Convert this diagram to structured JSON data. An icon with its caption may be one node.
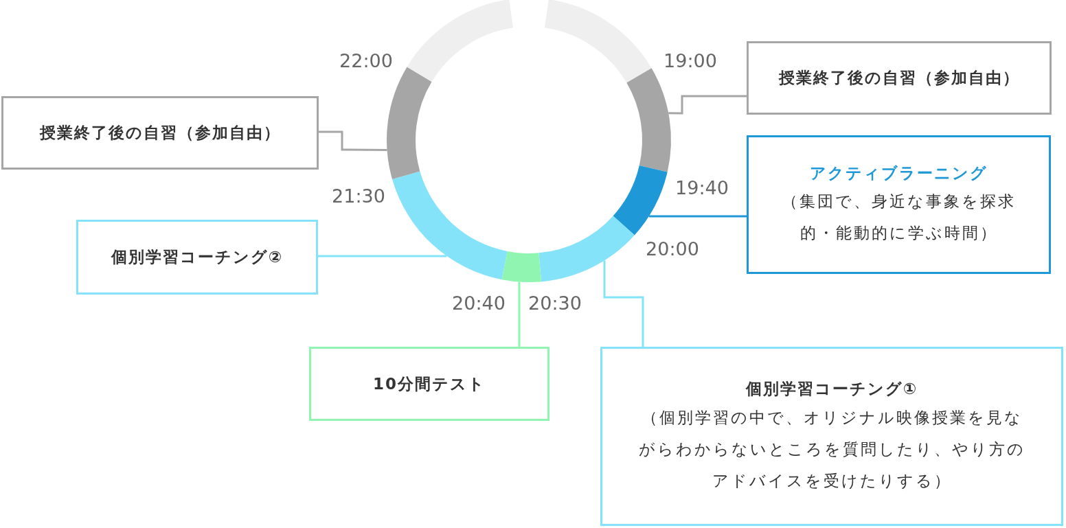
{
  "diagram": {
    "nodes": [
      {
        "text": [
          "授業終了後の自習（参加自由）"
        ]
      },
      {
        "text": [
          "授業終了後の自習（参加自由）"
        ]
      },
      {
        "text": [
          "アクティブラーニング",
          "（集団で、身近な事象を探求的・能動的に学ぶ時間）"
        ]
      },
      {
        "text": [
          "個別学習コーチング②"
        ]
      },
      {
        "text": [
          "10分間テスト"
        ]
      },
      {
        "text": [
          "個別学習コーチング①",
          "（個別学習の中で、オリジナル映像授業を見ながらわからないところを質問したり、やり方のアドバイスを受けたりする）"
        ]
      },
      {
        "text": [],
        "shape": "arc"
      },
      {
        "text": [],
        "shape": "arc"
      },
      {
        "text": [],
        "shape": "arc"
      },
      {
        "text": [],
        "shape": "arc"
      },
      {
        "text": [],
        "shape": "arc"
      },
      {
        "text": [],
        "shape": "arc"
      },
      {
        "text": [],
        "shape": "arc"
      },
      {
        "text": [],
        "shape": "arc"
      }
    ],
    "edges": [
      {
        "from": 0,
        "to": 7,
        "arrow": "none",
        "color": "#a6a6a6"
      },
      {
        "from": 1,
        "to": 12,
        "arrow": "none",
        "color": "#a6a6a6"
      },
      {
        "from": 2,
        "to": 8,
        "arrow": "none",
        "color": "#1e98d6"
      },
      {
        "from": 3,
        "to": 11,
        "arrow": "none",
        "color": "#84e3f8"
      },
      {
        "from": 4,
        "to": 10,
        "arrow": "none",
        "color": "#8ff5b0"
      },
      {
        "from": 5,
        "to": 9,
        "arrow": "none",
        "color": "#84e3f8"
      }
    ],
    "labels": [
      "22:00",
      "19:00",
      "21:30",
      "19:40",
      "20:00",
      "20:40",
      "20:30"
    ]
  }
}
